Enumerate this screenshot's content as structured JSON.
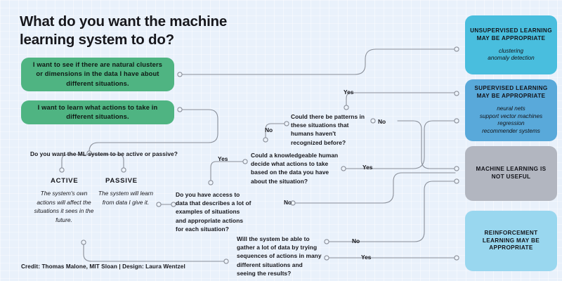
{
  "title": "What do you want the machine learning system to do?",
  "intents": [
    {
      "id": "cluster",
      "text": "I want to see if there are natural clusters or dimensions in the data I have about different situations."
    },
    {
      "id": "actions",
      "text": "I want to learn what actions to take in different situations."
    }
  ],
  "questions": {
    "active_passive": "Do you want the ML system to be active or passive?",
    "patterns": "Could there be patterns in these situations that humans haven't recognized before?",
    "knowledgeable_human": "Could a knowledgeable human decide what actions to take based on the data you have about the situation?",
    "data_access": "Do you have access to data that describes a lot of examples of situations and appropriate actions for each situation?",
    "gather_data": "Will the system be able to gather a lot of data by trying sequences of actions in many different situations and seeing the results?"
  },
  "options": [
    {
      "head": "ACTIVE",
      "body": "The system's own actions will affect the situations it sees in the future."
    },
    {
      "head": "PASSIVE",
      "body": "The system will learn from data I give it."
    }
  ],
  "edge_labels": {
    "yes_top": "Yes",
    "no_left": "No",
    "no_right": "No",
    "yes_mid": "Yes",
    "yes_knowledge": "Yes",
    "no_access": "No",
    "no_gather": "No",
    "yes_gather": "Yes"
  },
  "outcomes": [
    {
      "id": "unsupervised",
      "heading": "UNSUPERVISED LEARNING MAY BE APPROPRIATE",
      "list": "clustering\nanomaly detection",
      "color": "#49bede"
    },
    {
      "id": "supervised",
      "heading": "SUPERVISED LEARNING MAY BE APPROPRIATE",
      "list": "neural nets\nsupport vector machines\nregression\nrecommender systems",
      "color": "#59a9da"
    },
    {
      "id": "not-useful",
      "heading": "MACHINE LEARNING IS NOT USEFUL",
      "list": "",
      "color": "#b2b6c0"
    },
    {
      "id": "reinforcement",
      "heading": "REINFORCEMENT LEARNING MAY BE APPROPRIATE",
      "list": "",
      "color": "#99d7ef"
    }
  ],
  "credit": "Credit: Thomas Malone, MIT Sloan | Design: Laura Wentzel",
  "colors": {
    "background": "#e9f1fb",
    "intent_green": "#4fb482",
    "wire": "#8a8f99",
    "text": "#17171c"
  }
}
